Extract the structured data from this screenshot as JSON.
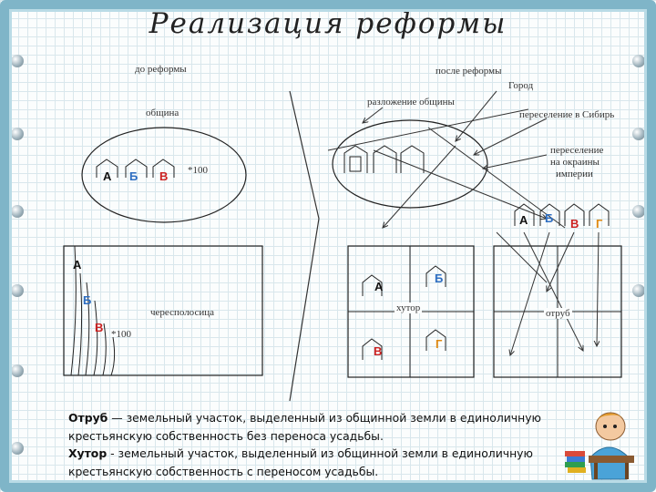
{
  "title": "Реализация реформы",
  "before": {
    "header": "до реформы",
    "community": "община",
    "strip_label": "чересполосица",
    "multiplier": "*100",
    "multiplier2": "*100",
    "letters": [
      "А",
      "Б",
      "В"
    ],
    "field_letters": [
      "А",
      "Б",
      "В"
    ]
  },
  "after": {
    "header": "после реформы",
    "town": "Город",
    "dissolution": "разложение общины",
    "siberia": "переселение в Сибирь",
    "resettle_1": "переселение",
    "resettle_2": "на окраины",
    "resettle_3": "империи",
    "top_letters": [
      "А",
      "Б",
      "В",
      "Г"
    ],
    "khutor_label": "хутор",
    "khutor_letters": [
      "А",
      "Б",
      "В",
      "Г"
    ],
    "otrub_label": "отруб"
  },
  "definitions": {
    "otrub_term": "Отруб",
    "otrub_text": " — земельный участок, выделенный из общинной земли в единоличную крестьянскую собственность без переноса усадьбы.",
    "khutor_term": "Хутор",
    "khutor_text": " - земельный участок, выделенный из общинной земли в единоличную крестьянскую собственность с переносом усадьбы."
  },
  "colors": {
    "frame": "#7fb5c8",
    "black": "#111111",
    "blue": "#2f6fc2",
    "red": "#cc2222",
    "orange": "#e08a12"
  }
}
